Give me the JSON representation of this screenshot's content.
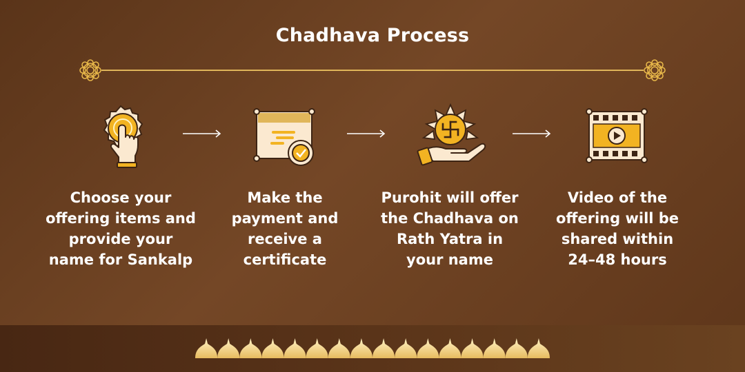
{
  "title": "Chadhava Process",
  "colors": {
    "background": "#6b4122",
    "accent_gold": "#f2b322",
    "divider_gold": "#e0b65a",
    "cream": "#fbe9d0",
    "dark_stroke": "#3c2414"
  },
  "steps": [
    {
      "icon": "hand-tap-icon",
      "lines": [
        "Choose your",
        "offering items and",
        "provide your",
        "name for Sankalp"
      ]
    },
    {
      "icon": "certificate-icon",
      "lines": [
        "Make the",
        "payment and",
        "receive a",
        "certificate"
      ]
    },
    {
      "icon": "swastika-offering-icon",
      "lines": [
        "Purohit will offer",
        "the Chadhava on",
        "Rath Yatra in",
        "your name"
      ]
    },
    {
      "icon": "video-film-icon",
      "lines": [
        "Video of the",
        "offering will be",
        "shared within",
        "24–48 hours"
      ]
    }
  ]
}
